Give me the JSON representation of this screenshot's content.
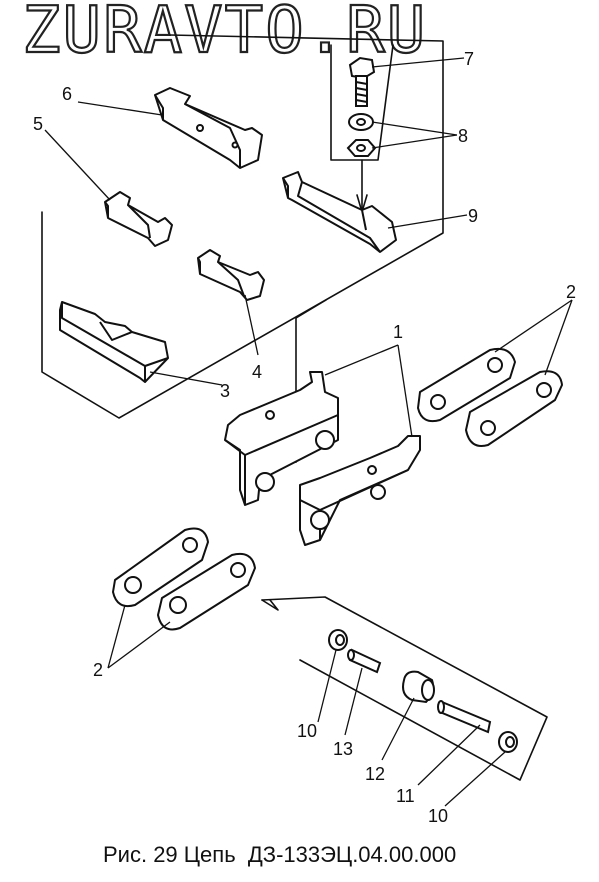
{
  "watermark": "ZURAVTO.RU",
  "caption": {
    "figure": "Рис. 29 Цепь",
    "code": "ДЗ-133ЭЦ.04.00.000"
  },
  "callouts": [
    "1",
    "2",
    "2",
    "3",
    "4",
    "5",
    "6",
    "7",
    "8",
    "9",
    "10",
    "10",
    "11",
    "12",
    "13"
  ]
}
